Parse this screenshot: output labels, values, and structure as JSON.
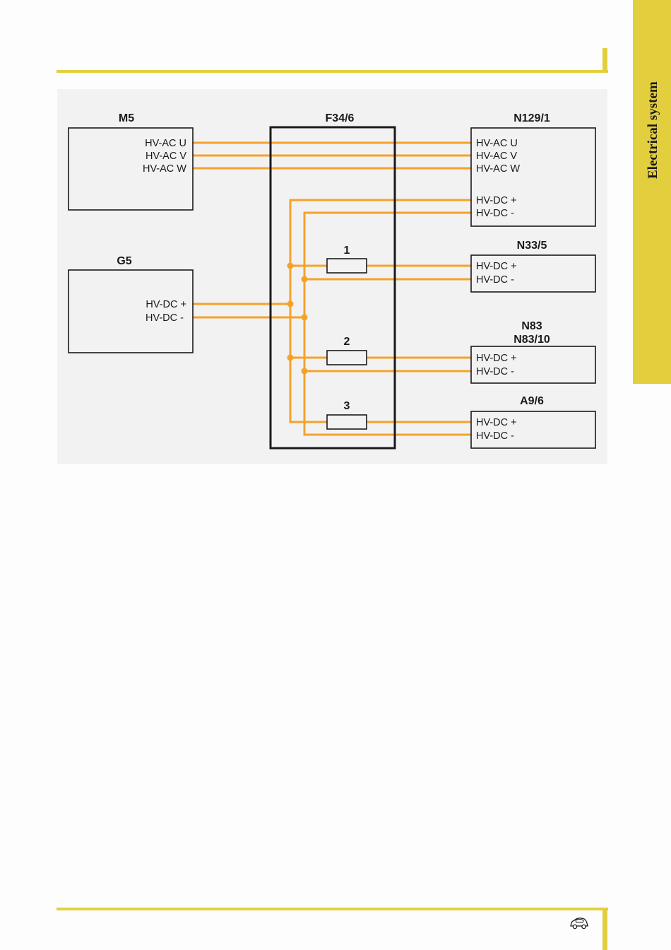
{
  "side_tab": {
    "label": "Electrical system"
  },
  "colors": {
    "accent": "#e3cf3e",
    "wire": "#f5a22a",
    "box": "#1a1a1a",
    "panel": "#f2f2f2"
  },
  "diagram": {
    "components": {
      "m5": {
        "name": "M5",
        "pins": [
          "HV-AC U",
          "HV-AC V",
          "HV-AC W"
        ]
      },
      "g5": {
        "name": "G5",
        "pins": [
          "HV-DC +",
          "HV-DC -"
        ]
      },
      "f34": {
        "name": "F34/6",
        "fuses": [
          "1",
          "2",
          "3"
        ]
      },
      "n129": {
        "name": "N129/1",
        "pins": [
          "HV-AC U",
          "HV-AC V",
          "HV-AC W",
          "HV-DC +",
          "HV-DC -"
        ]
      },
      "n33": {
        "name": "N33/5",
        "pins": [
          "HV-DC +",
          "HV-DC -"
        ]
      },
      "n83": {
        "name_line1": "N83",
        "name_line2": "N83/10",
        "pins": [
          "HV-DC +",
          "HV-DC -"
        ]
      },
      "a9": {
        "name": "A9/6",
        "pins": [
          "HV-DC +",
          "HV-DC -"
        ]
      }
    }
  },
  "footer": {
    "icon": "car-icon"
  }
}
